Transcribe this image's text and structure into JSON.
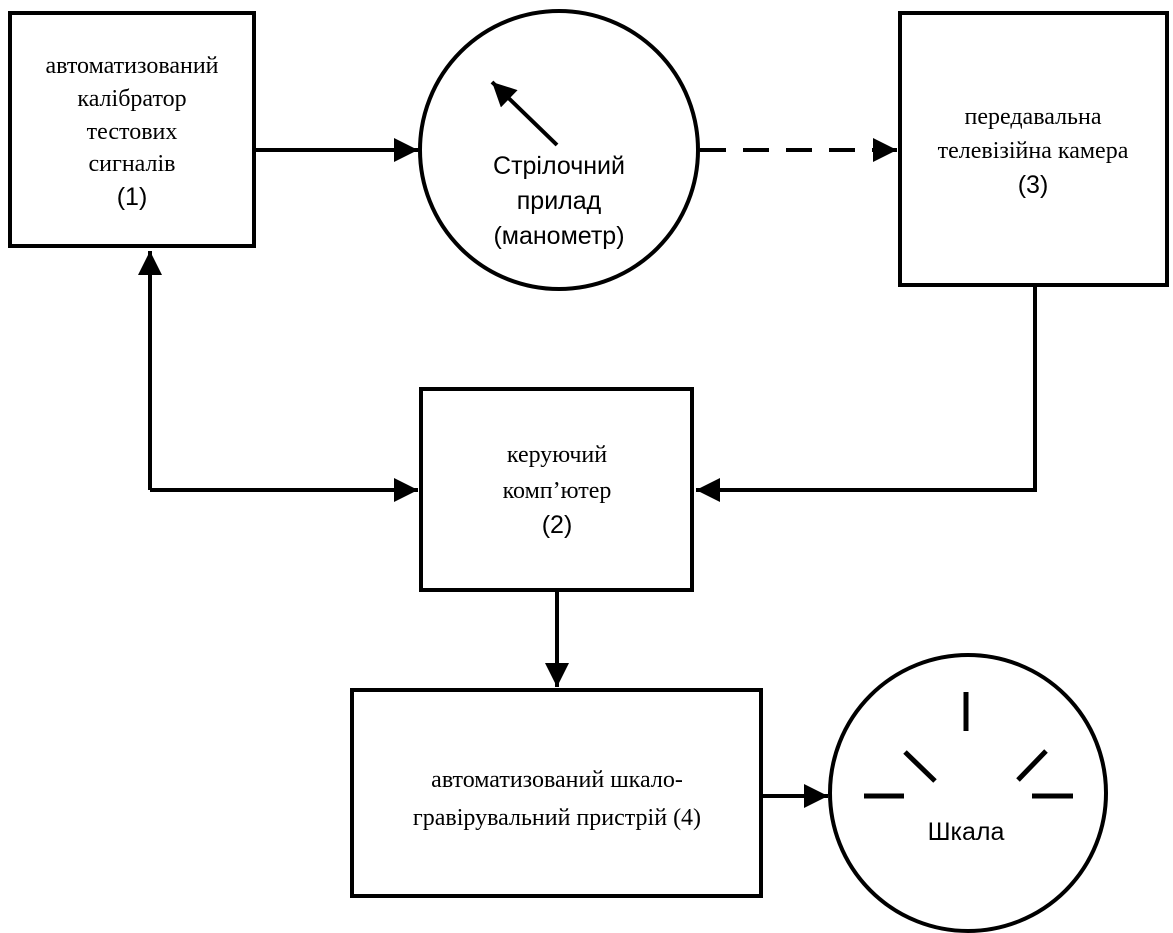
{
  "blocks": {
    "calibrator": {
      "lines": [
        "автоматизований",
        "калібратор",
        "тестових",
        "сигналів"
      ],
      "number": "(1)"
    },
    "gauge": {
      "lines": [
        "Стрілочний",
        "прилад",
        "(манометр)"
      ]
    },
    "camera": {
      "lines": [
        "передавальна",
        "телевізійна камера"
      ],
      "number": "(3)"
    },
    "computer": {
      "lines": [
        "керуючий",
        "комп’ютер"
      ],
      "number": "(2)"
    },
    "engraver": {
      "lines": [
        "автоматизований шкало-",
        "гравірувальний пристрій (4)"
      ]
    },
    "scale": {
      "label": "Шкала"
    }
  },
  "colors": {
    "stroke": "#000000",
    "background": "#ffffff"
  }
}
